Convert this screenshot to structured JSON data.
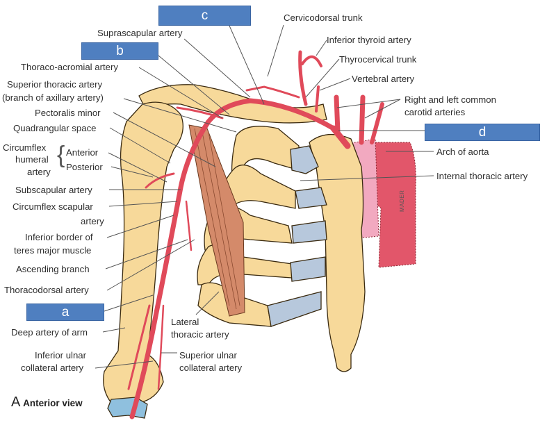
{
  "figure": {
    "view_letter": "A",
    "view_caption": "Anterior view",
    "signature": "MADER"
  },
  "answer_boxes": [
    {
      "id": "c",
      "label": "c"
    },
    {
      "id": "b",
      "label": "b"
    },
    {
      "id": "d",
      "label": "d"
    },
    {
      "id": "a",
      "label": "a"
    }
  ],
  "labels_left": {
    "suprascapular": "Suprascapular artery",
    "thoraco_acromial": "Thoraco-acromial artery",
    "superior_thoracic_1": "Superior thoracic artery",
    "superior_thoracic_2": "(branch of axillary artery)",
    "pectoralis_minor": "Pectoralis minor",
    "quadrangular_space": "Quadrangular space",
    "circumflex_humeral_1": "Circumflex",
    "circumflex_humeral_2": "humeral",
    "circumflex_humeral_3": "artery",
    "anterior": "Anterior",
    "posterior": "Posterior",
    "subscapular": "Subscapular artery",
    "circumflex_scapular_1": "Circumflex scapular",
    "circumflex_scapular_2": "artery",
    "inferior_border_1": "Inferior border of",
    "inferior_border_2": "teres major muscle",
    "ascending_branch": "Ascending branch",
    "thoracodorsal": "Thoracodorsal artery",
    "deep_artery_arm": "Deep artery of arm",
    "inferior_ulnar_1": "Inferior ulnar",
    "inferior_ulnar_2": "collateral artery"
  },
  "labels_right": {
    "cervicodorsal": "Cervicodorsal trunk",
    "inferior_thyroid": "Inferior thyroid artery",
    "thyrocervical": "Thyrocervical trunk",
    "vertebral": "Vertebral artery",
    "carotid_1": "Right and left common",
    "carotid_2": "carotid arteries",
    "arch_aorta": "Arch of aorta",
    "internal_thoracic": "Internal thoracic artery",
    "lateral_thoracic_1": "Lateral",
    "lateral_thoracic_2": "thoracic artery",
    "superior_ulnar_1": "Superior ulnar",
    "superior_ulnar_2": "collateral artery"
  },
  "colors": {
    "bone": "#f7d99a",
    "artery": "#e04a5a",
    "cartilage": "#b7c8dc",
    "muscle": "#d48a6a",
    "aorta_light": "#f2a9c0",
    "box_fill": "#4f7fc0",
    "leader": "#444444"
  }
}
